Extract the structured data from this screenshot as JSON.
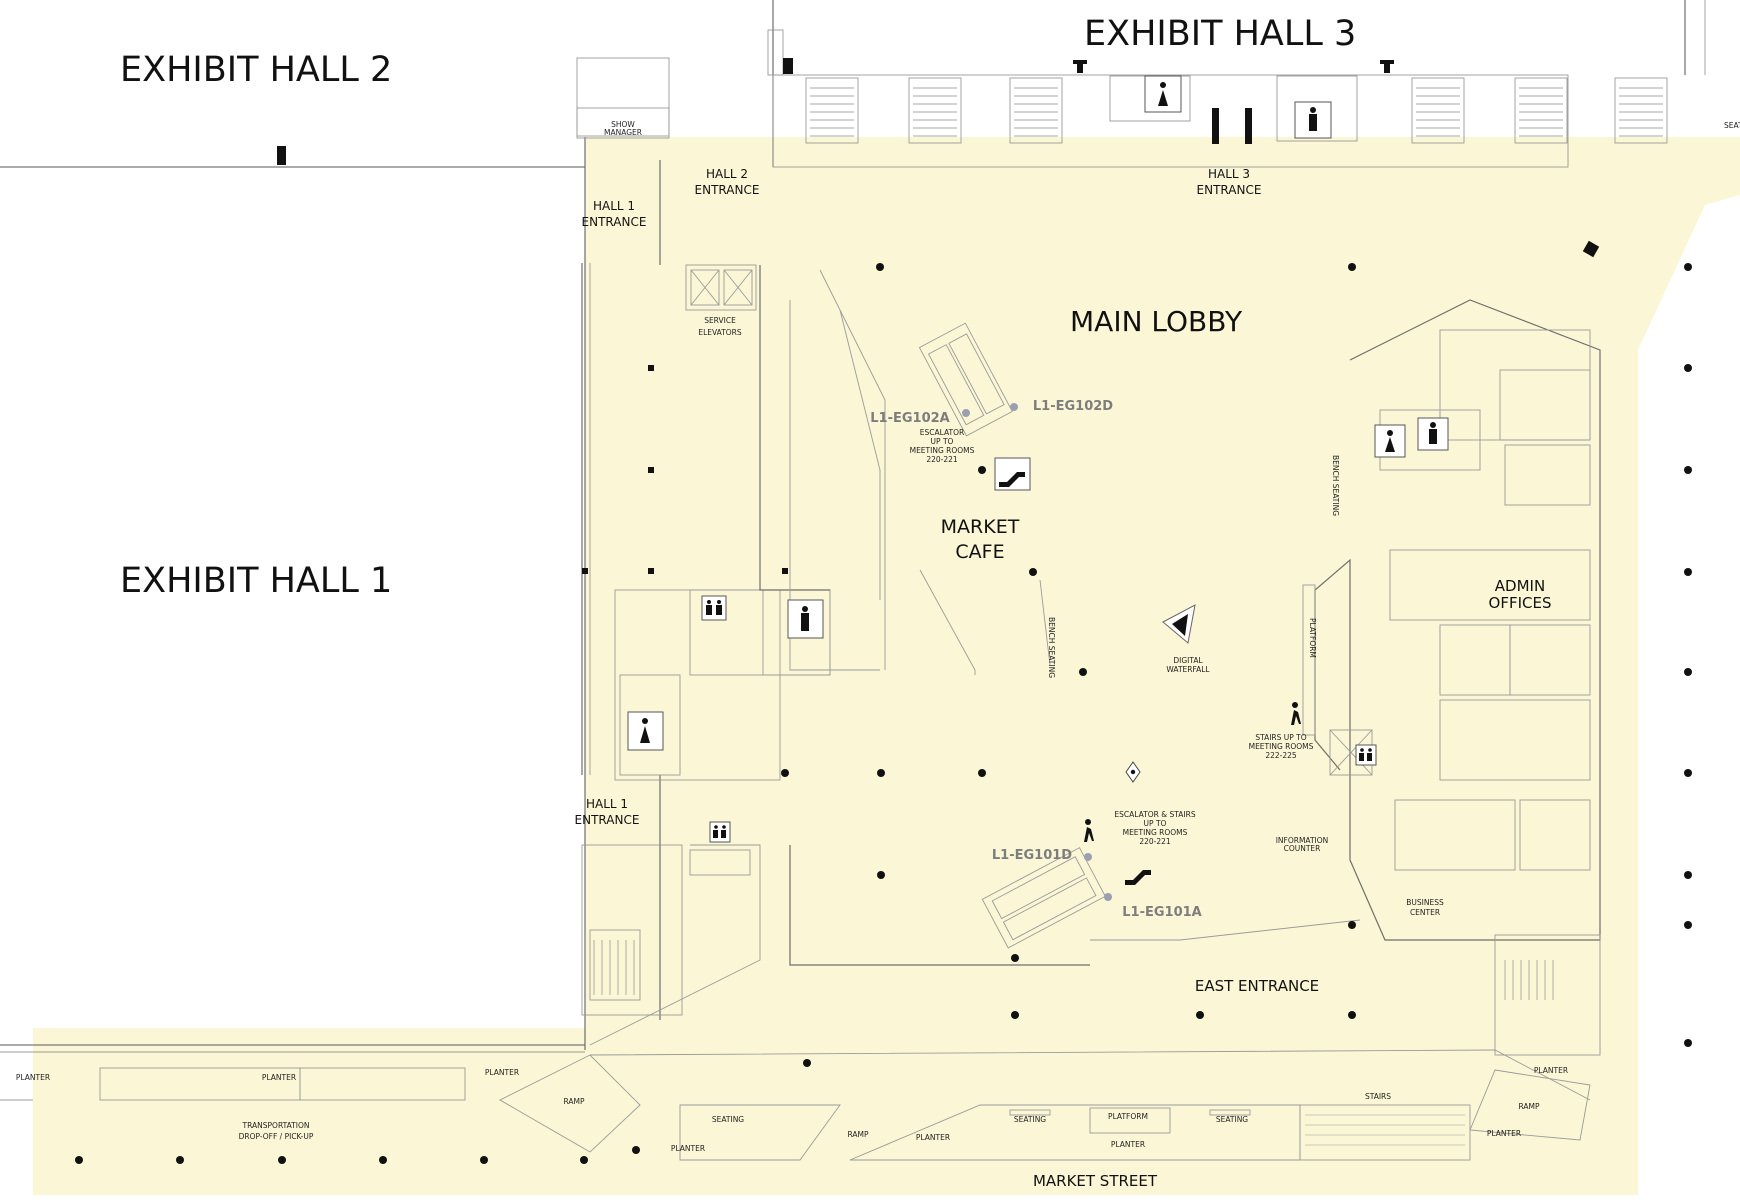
{
  "colors": {
    "floor": "#fbf7d6",
    "wall": "#6e6e6e",
    "column": "#111111",
    "marker": "#9aa0b0",
    "code_text": "#7d7d7d"
  },
  "halls": {
    "hall1": "EXHIBIT HALL 1",
    "hall2": "EXHIBIT HALL 2",
    "hall3": "EXHIBIT HALL 3"
  },
  "areas": {
    "main_lobby": "MAIN LOBBY",
    "market_cafe": [
      "MARKET",
      "CAFE"
    ],
    "east_entrance": "EAST ENTRANCE",
    "market_street": "MARKET STREET",
    "admin_offices": [
      "ADMIN",
      "OFFICES"
    ],
    "hall1_entrance_top": [
      "HALL 1",
      "ENTRANCE"
    ],
    "hall1_entrance_bottom": [
      "HALL 1",
      "ENTRANCE"
    ],
    "hall2_entrance": [
      "HALL 2",
      "ENTRANCE"
    ],
    "hall3_entrance": [
      "HALL 3",
      "ENTRANCE"
    ]
  },
  "small_labels": {
    "service_elevators": [
      "SERVICE",
      "ELEVATORS"
    ],
    "show_manager": [
      "SHOW",
      "MANAGER"
    ],
    "escalator_up": [
      "ESCALATOR",
      "UP TO",
      "MEETING ROOMS",
      "220-221"
    ],
    "escalator_stairs_up": [
      "ESCALATOR & STAIRS",
      "UP TO",
      "MEETING ROOMS",
      "220-221"
    ],
    "stairs_up": [
      "STAIRS UP TO",
      "MEETING ROOMS",
      "222-225"
    ],
    "digital_waterfall": [
      "DIGITAL",
      "WATERFALL"
    ],
    "information_counter": [
      "INFORMATION",
      "COUNTER"
    ],
    "business_center": [
      "BUSINESS",
      "CENTER"
    ],
    "bench_seating_1": "BENCH SEATING",
    "bench_seating_2": "BENCH SEATING",
    "platform_vertical": "PLATFORM",
    "transportation": [
      "TRANSPORTATION",
      "DROP-OFF / PICK-UP"
    ],
    "ramp_left": "RAMP",
    "ramp_mid": "RAMP",
    "ramp_right": "RAMP",
    "stairs": "STAIRS",
    "platform": "PLATFORM",
    "seating_left": "SEATING",
    "seating_mid": "SEATING",
    "seating_right": "SEATING",
    "planter_1": "PLANTER",
    "planter_2": "PLANTER",
    "planter_3": "PLANTER",
    "planter_4": "PLANTER",
    "planter_5": "PLANTER",
    "planter_6": "PLANTER",
    "planter_7": "PLANTER",
    "planter_8": "PLANTER",
    "seat_cut": "SEAT"
  },
  "elevator_codes": {
    "l1_eg102a": "L1-EG102A",
    "l1_eg102d": "L1-EG102D",
    "l1_eg101d": "L1-EG101D",
    "l1_eg101a": "L1-EG101A"
  },
  "icons": {
    "women_restroom": "woman-figure",
    "men_restroom": "man-figure",
    "family_restroom": "family-figures",
    "escalator": "escalator-symbol",
    "stairs": "walking-figure",
    "waterfall": "triangle-play"
  }
}
